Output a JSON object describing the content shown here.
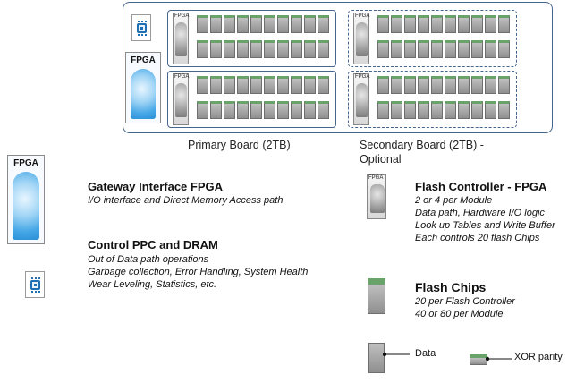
{
  "boards": {
    "primary_label": "Primary Board (2TB)",
    "secondary_label": "Secondary Board (2TB) -",
    "secondary_sublabel": "Optional",
    "gateway_fpga_label": "FPGA",
    "controller_fpga_label": "FPGA"
  },
  "legend": {
    "gateway": {
      "fpga_label": "FPGA",
      "title": "Gateway Interface FPGA",
      "lines": [
        "I/O interface and Direct Memory Access path"
      ]
    },
    "control": {
      "title": "Control PPC and DRAM",
      "lines": [
        "Out of Data path operations",
        "Garbage collection, Error Handling, System Health",
        "Wear Leveling, Statistics, etc."
      ]
    },
    "flash_controller": {
      "fpga_label": "FPGA",
      "title": "Flash Controller - FPGA",
      "lines": [
        "2 or 4 per Module",
        "Data path, Hardware I/O logic",
        "Look up Tables and Write Buffer",
        "Each controls 20  flash Chips"
      ]
    },
    "flash_chips": {
      "title": "Flash Chips",
      "lines": [
        "20 per Flash Controller",
        "40 or 80 per Module"
      ]
    },
    "data_label": "Data",
    "xor_label": "XOR parity"
  }
}
